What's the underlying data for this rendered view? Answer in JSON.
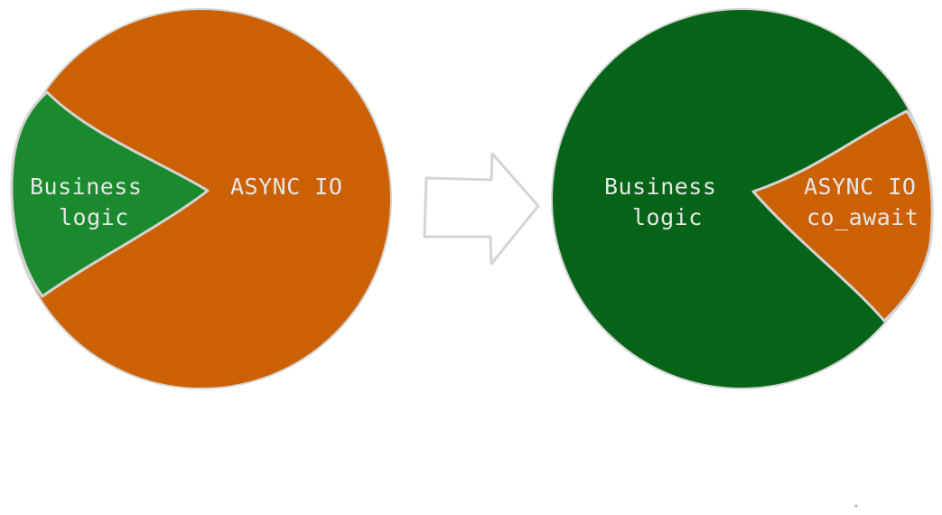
{
  "colors": {
    "async": "#cc6104",
    "business_light": "#1b8a2e",
    "business_dark": "#066418",
    "outline": "#d4d4d4",
    "text": "#e6e6e6"
  },
  "before": {
    "business_label_line1": "Business",
    "business_label_line2": "logic",
    "async_label": "ASYNC IO"
  },
  "after": {
    "business_label_line1": "Business",
    "business_label_line2": "logic",
    "async_label_line1": "ASYNC IO",
    "async_label_line2": "co_await"
  },
  "arrow_icon": "right-arrow-outline-icon"
}
